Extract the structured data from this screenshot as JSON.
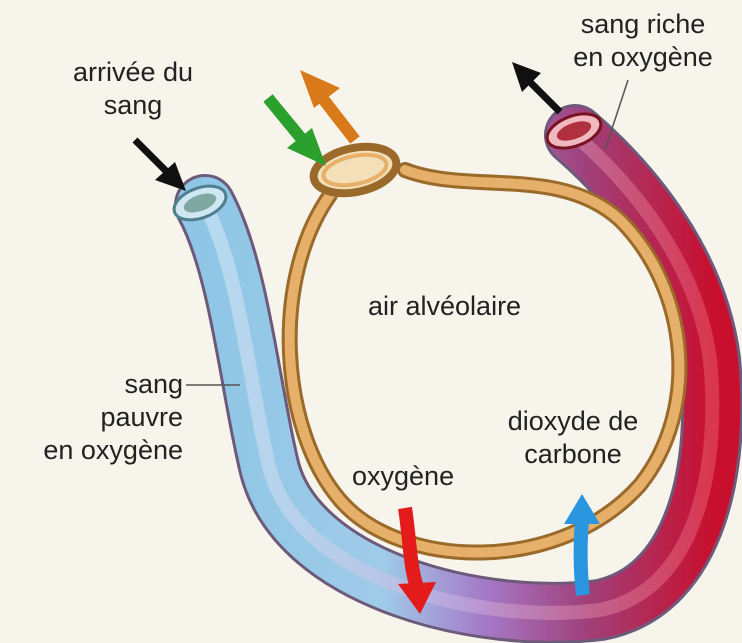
{
  "labels": {
    "blood_arrival": [
      "arrivée du",
      "sang"
    ],
    "oxygen_rich_blood": [
      "sang riche",
      "en oxygène"
    ],
    "alveolar_air": "air alvéolaire",
    "oxygen_poor_blood": [
      "sang",
      "pauvre",
      "en oxygène"
    ],
    "carbon_dioxide": [
      "dioxyde de",
      "carbone"
    ],
    "oxygen": "oxygène"
  },
  "colors": {
    "background": "#f7f4ec",
    "oxygen_poor_blood": "#8fc6e6",
    "oxygen_rich_blood": "#c8102e",
    "mixed_blood": "#9b6fc0",
    "alveolus_wall": "#e3a85a",
    "oxygen_arrow": "#e31b1b",
    "carbon_dioxide_arrow": "#2a96e0",
    "air_in_arrow": "#2ca02c",
    "air_out_arrow": "#d97a1a",
    "blood_flow_arrow": "#111111"
  }
}
